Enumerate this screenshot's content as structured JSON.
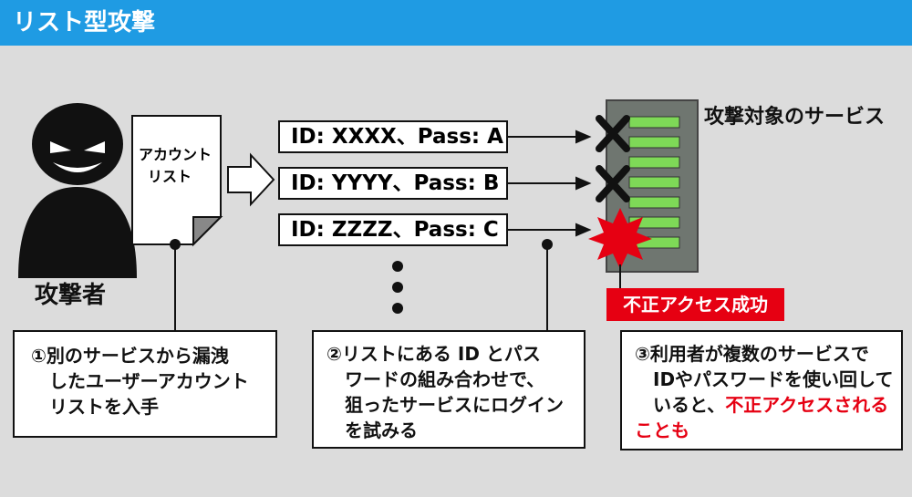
{
  "header": {
    "title": "リスト型攻撃"
  },
  "attacker": {
    "label": "攻撃者"
  },
  "account_list": {
    "line1": "アカウント",
    "line2": "リスト"
  },
  "attempts": [
    {
      "text": "ID: XXXX、Pass: A",
      "result": "fail"
    },
    {
      "text": "ID: YYYY、Pass: B",
      "result": "fail"
    },
    {
      "text": "ID: ZZZZ、Pass: C",
      "result": "success"
    }
  ],
  "target": {
    "label": "攻撃対象のサービス"
  },
  "success_badge": {
    "label": "不正アクセス成功"
  },
  "callouts": {
    "c1": {
      "text": "①別のサービスから漏洩\n　したユーザーアカウント\n　リストを入手"
    },
    "c2": {
      "text": "②リストにある ID とパス\n　ワードの組み合わせで、\n　狙ったサービスにログイン\n　を試みる"
    },
    "c3": {
      "text_plain": "③利用者が複数のサービスで\n　IDやパスワードを使い回して\n　いると、",
      "text_red_1": "不正アクセスされる",
      "text_red_2": "こと",
      "text_tail": "も"
    }
  },
  "colors": {
    "header": "#1f9be3",
    "background": "#dcdcdc",
    "alert": "#e60012",
    "server_led": "#7ed957"
  }
}
